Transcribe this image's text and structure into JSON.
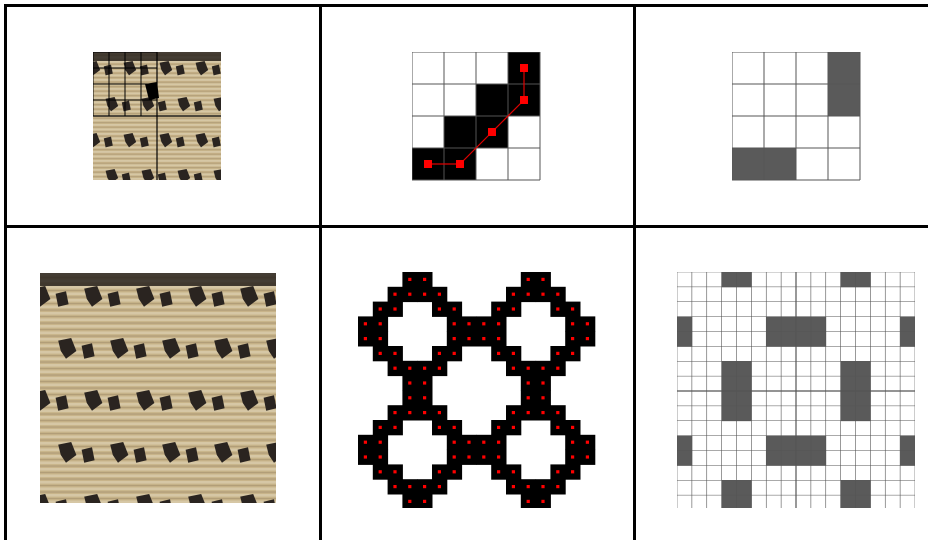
{
  "figure": {
    "rows": 2,
    "cols": 3,
    "colors": {
      "background": "#ffffff",
      "frame": "#000000",
      "black_cell": "#000000",
      "gray_cell": "#5a5a5a",
      "red_dot": "#ff0000",
      "red_line": "#dd0000",
      "cell_line": "#555555",
      "photo_tan": "#c8b48a",
      "photo_light": "#dccfb0",
      "photo_dark": "#2a2420"
    },
    "panels": [
      {
        "id": "texture-tile-grid",
        "row": 0,
        "col": 0,
        "description_icon": "woven-texture-tile"
      },
      {
        "id": "traced-staircase-pattern",
        "row": 0,
        "col": 1,
        "description_icon": "binary-pattern-with-red-trace"
      },
      {
        "id": "gray-cell-pattern",
        "row": 0,
        "col": 2,
        "description_icon": "gray-cell-grid"
      },
      {
        "id": "full-texture",
        "row": 1,
        "col": 0,
        "description_icon": "woven-texture"
      },
      {
        "id": "traced-ring-pattern",
        "row": 1,
        "col": 1,
        "description_icon": "four-ring-binary-pattern"
      },
      {
        "id": "gray-cell-repeat",
        "row": 1,
        "col": 2,
        "description_icon": "gray-cell-repeat-grid"
      }
    ]
  }
}
